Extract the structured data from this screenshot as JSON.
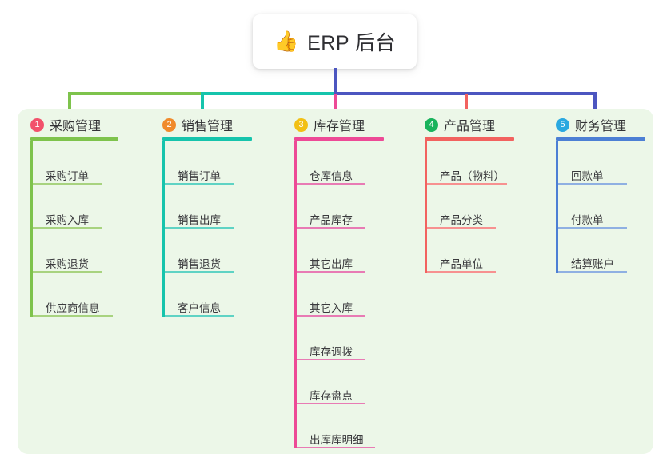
{
  "root": {
    "icon": "thumbs-up-emoji",
    "emoji": "👍",
    "title": "ERP 后台"
  },
  "palette": {
    "panel_bg": "#ecf7e8",
    "page_bg": "#ffffff",
    "root_connector": "#4c56c0",
    "text": "#333336"
  },
  "columns": [
    {
      "number": "1",
      "title": "采购管理",
      "badge_color": "#f2516b",
      "line_color": "#7ec34c",
      "underline_color": "#a8d37f",
      "items": [
        "采购订单",
        "采购入库",
        "采购退货",
        "供应商信息"
      ]
    },
    {
      "number": "2",
      "title": "销售管理",
      "badge_color": "#f08a2b",
      "line_color": "#16c4ac",
      "underline_color": "#5fd3c4",
      "items": [
        "销售订单",
        "销售出库",
        "销售退货",
        "客户信息"
      ]
    },
    {
      "number": "3",
      "title": "库存管理",
      "badge_color": "#f2c014",
      "line_color": "#ed4a96",
      "underline_color": "#e87bb4",
      "items": [
        "仓库信息",
        "产品库存",
        "其它出库",
        "其它入库",
        "库存调拨",
        "库存盘点",
        "出库库明细"
      ]
    },
    {
      "number": "4",
      "title": "产品管理",
      "badge_color": "#19b35c",
      "line_color": "#f2625f",
      "underline_color": "#f79190",
      "items": [
        "产品（物料）",
        "产品分类",
        "产品单位"
      ]
    },
    {
      "number": "5",
      "title": "财务管理",
      "badge_color": "#2aa8e0",
      "line_color": "#4c7fd4",
      "underline_color": "#8fb0e2",
      "items": [
        "回款单",
        "付款单",
        "结算账户"
      ]
    }
  ]
}
